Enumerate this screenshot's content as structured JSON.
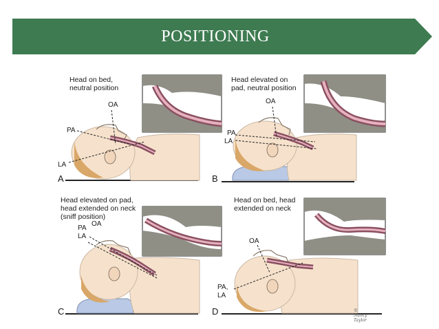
{
  "title": "POSITIONING",
  "colors": {
    "banner": "#3E7B51",
    "skin": "#F6E2CC",
    "hair": "#D9A768",
    "airway": "#8A5060",
    "airway_light": "#E7B1BF",
    "inset_bg": "#8F8F86",
    "pad": "#B9C9E6"
  },
  "panels": [
    {
      "letter": "A",
      "caption": "Head on bed,\nneutral position",
      "labels": {
        "oa": "OA",
        "pa": "PA",
        "la": "LA"
      }
    },
    {
      "letter": "B",
      "caption": "Head elevated on\npad, neutral position",
      "labels": {
        "oa": "OA",
        "pa": "PA",
        "la": "LA"
      }
    },
    {
      "letter": "C",
      "caption": "Head elevated on pad,\nhead extended on neck\n(sniff position)",
      "labels": {
        "oa": "OA",
        "pa": "PA",
        "la": "LA"
      }
    },
    {
      "letter": "D",
      "caption": "Head on bed, head\nextended on neck",
      "labels": {
        "oa": "OA",
        "pa": "PA,",
        "la": "LA"
      }
    }
  ],
  "artist_signature": "© Nancy Taylor"
}
